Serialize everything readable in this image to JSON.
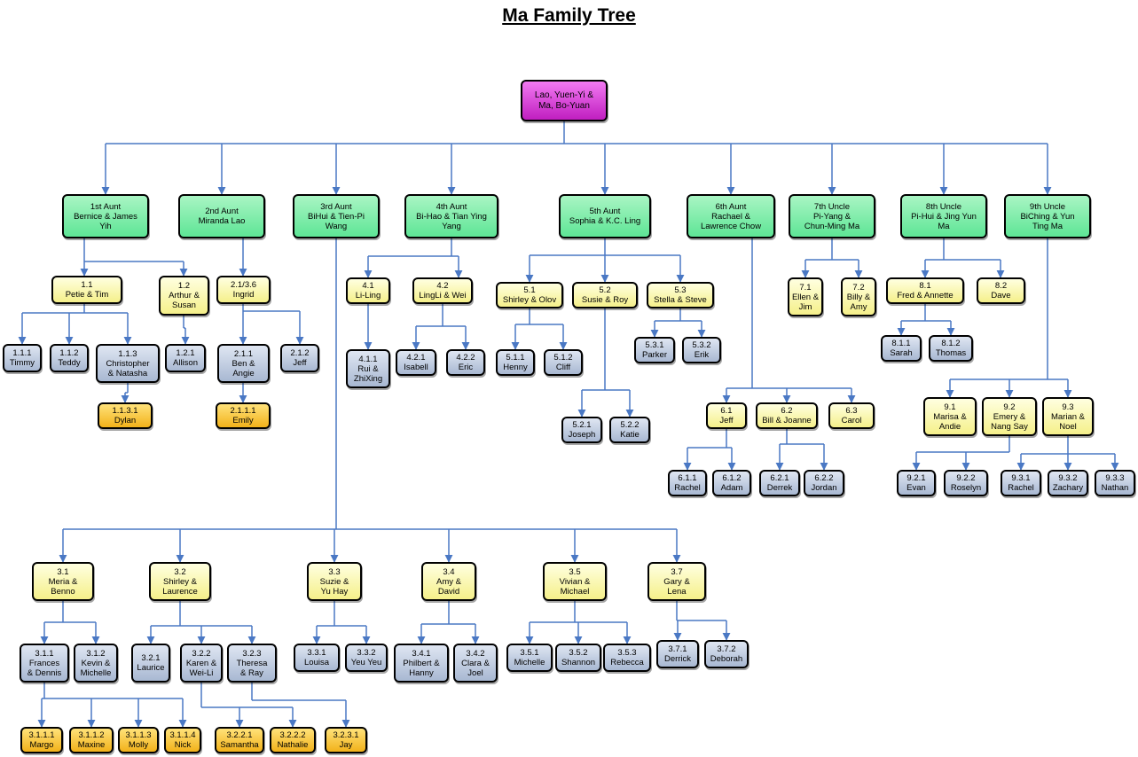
{
  "title": "Ma Family Tree",
  "colors": {
    "root": "#d23cd2",
    "generation_1": "#7aedaa",
    "generation_2": "#f8f4a6",
    "generation_3": "#bfcbe0",
    "generation_4": "#f7c53a",
    "connector": "#4a78c4"
  },
  "nodes": {
    "root": "Lao, Yuen-Yi &\nMa, Bo-Yuan",
    "g1": "1st Aunt\nBernice & James\nYih",
    "g2": "2nd Aunt\nMiranda Lao",
    "g3": "3rd Aunt\nBiHui & Tien-Pi\nWang",
    "g4": "4th Aunt\nBi-Hao & Tian Ying\nYang",
    "g5": "5th Aunt\nSophia & K.C. Ling",
    "g6": "6th Aunt\nRachael &\nLawrence Chow",
    "g7": "7th Uncle\nPi-Yang &\nChun-Ming Ma",
    "g8": "8th Uncle\nPi-Hui & Jing Yun\nMa",
    "g9": "9th Uncle\nBiChing & Yun\nTing Ma",
    "n1_1": "1.1\nPetie & Tim",
    "n1_2": "1.2\nArthur &\nSusan",
    "n2_1": "2.1/3.6\nIngrid",
    "n1_1_1": "1.1.1\nTimmy",
    "n1_1_2": "1.1.2\nTeddy",
    "n1_1_3": "1.1.3\nChristopher\n& Natasha",
    "n1_2_1": "1.2.1\nAllison",
    "n2_1_1": "2.1.1\nBen &\nAngie",
    "n2_1_2": "2.1.2\nJeff",
    "n1_1_3_1": "1.1.3.1\nDylan",
    "n2_1_1_1": "2.1.1.1\nEmily",
    "n4_1": "4.1\nLi-Ling",
    "n4_2": "4.2\nLingLi & Wei",
    "n4_1_1": "4.1.1\nRui &\nZhiXing",
    "n4_2_1": "4.2.1\nIsabell",
    "n4_2_2": "4.2.2\nEric",
    "n5_1": "5.1\nShirley & Olov",
    "n5_2": "5.2\nSusie & Roy",
    "n5_3": "5.3\nStella & Steve",
    "n5_1_1": "5.1.1\nHenny",
    "n5_1_2": "5.1.2\nCliff",
    "n5_3_1": "5.3.1\nParker",
    "n5_3_2": "5.3.2\nErik",
    "n5_2_1": "5.2.1\nJoseph",
    "n5_2_2": "5.2.2\nKatie",
    "n7_1": "7.1\nEllen &\nJim",
    "n7_2": "7.2\nBilly &\nAmy",
    "n8_1": "8.1\nFred & Annette",
    "n8_2": "8.2\nDave",
    "n8_1_1": "8.1.1\nSarah",
    "n8_1_2": "8.1.2\nThomas",
    "n6_1": "6.1\nJeff",
    "n6_2": "6.2\nBill & Joanne",
    "n6_3": "6.3\nCarol",
    "n6_1_1": "6.1.1\nRachel",
    "n6_1_2": "6.1.2\nAdam",
    "n6_2_1": "6.2.1\nDerrek",
    "n6_2_2": "6.2.2\nJordan",
    "n9_1": "9.1\nMarisa &\nAndie",
    "n9_2": "9.2\nEmery &\nNang Say",
    "n9_3": "9.3\nMarian &\nNoel",
    "n9_2_1": "9.2.1\nEvan",
    "n9_2_2": "9.2.2\nRoselyn",
    "n9_3_1": "9.3.1\nRachel",
    "n9_3_2": "9.3.2\nZachary",
    "n9_3_3": "9.3.3\nNathan",
    "n3_1": "3.1\nMeria &\nBenno",
    "n3_2": "3.2\nShirley &\nLaurence",
    "n3_3": "3.3\nSuzie &\nYu Hay",
    "n3_4": "3.4\nAmy &\nDavid",
    "n3_5": "3.5\nVivian &\nMichael",
    "n3_7": "3.7\nGary &\nLena",
    "n3_1_1": "3.1.1\nFrances\n& Dennis",
    "n3_1_2": "3.1.2\nKevin &\nMichelle",
    "n3_2_1": "3.2.1\nLaurice",
    "n3_2_2": "3.2.2\nKaren &\nWei-Li",
    "n3_2_3": "3.2.3\nTheresa\n& Ray",
    "n3_3_1": "3.3.1\nLouisa",
    "n3_3_2": "3.3.2\nYeu Yeu",
    "n3_4_1": "3.4.1\nPhilbert &\nHanny",
    "n3_4_2": "3.4.2\nClara &\nJoel",
    "n3_5_1": "3.5.1\nMichelle",
    "n3_5_2": "3.5.2\nShannon",
    "n3_5_3": "3.5.3\nRebecca",
    "n3_7_1": "3.7.1\nDerrick",
    "n3_7_2": "3.7.2\nDeborah",
    "n3_1_1_1": "3.1.1.1\nMargo",
    "n3_1_1_2": "3.1.1.2\nMaxine",
    "n3_1_1_3": "3.1.1.3\nMolly",
    "n3_1_1_4": "3.1.1.4\nNick",
    "n3_2_2_1": "3.2.2.1\nSamantha",
    "n3_2_2_2": "3.2.2.2\nNathalie",
    "n3_2_3_1": "3.2.3.1\nJay"
  }
}
